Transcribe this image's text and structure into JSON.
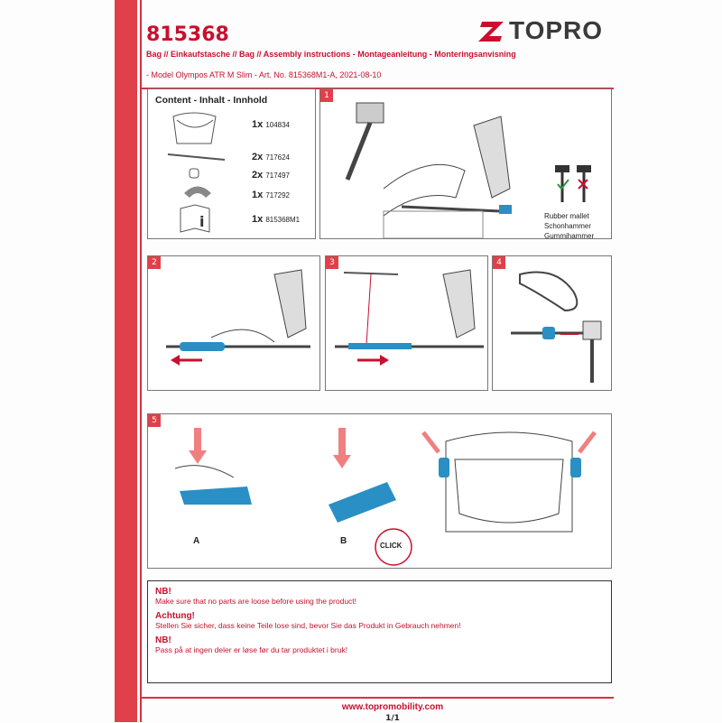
{
  "header": {
    "doc_number": "815368",
    "subtitle1": "Bag // Einkaufstasche // Bag // Assembly instructions - Montageanleitung - Monteringsanvisning",
    "subtitle2": "- Model Olympos ATR M Slim - Art. No. 815368M1-A, 2021-08-10",
    "logo": "TOPRO"
  },
  "content": {
    "title": "Content - Inhalt - Innhold",
    "parts": [
      {
        "qty": "1x",
        "code": "104834"
      },
      {
        "qty": "2x",
        "code": "717624"
      },
      {
        "qty": "2x",
        "code": "717497"
      },
      {
        "qty": "1x",
        "code": "717292"
      },
      {
        "qty": "1x",
        "code": "815368M1"
      }
    ]
  },
  "steps": [
    {
      "num": "1",
      "mallet": [
        "Rubber mallet",
        "Schonhammer",
        "Gummihammer"
      ]
    },
    {
      "num": "2"
    },
    {
      "num": "3"
    },
    {
      "num": "4"
    },
    {
      "num": "5",
      "labels": [
        "A",
        "B",
        "CLICK"
      ]
    }
  ],
  "notes": [
    {
      "title": "NB!",
      "text": "Make sure that no parts are loose before using the product!"
    },
    {
      "title": "Achtung!",
      "text": "Stellen Sie sicher, dass keine Teile lose sind, bevor Sie das Produkt in Gebrauch nehmen!"
    },
    {
      "title": "NB!",
      "text": "Pass på at ingen deler er løse før du tar produktet i bruk!"
    }
  ],
  "footer": {
    "website": "www.topromobility.com",
    "page": "1/1"
  },
  "colors": {
    "accent": "#c8102e",
    "blue": "#2a8fc4"
  }
}
